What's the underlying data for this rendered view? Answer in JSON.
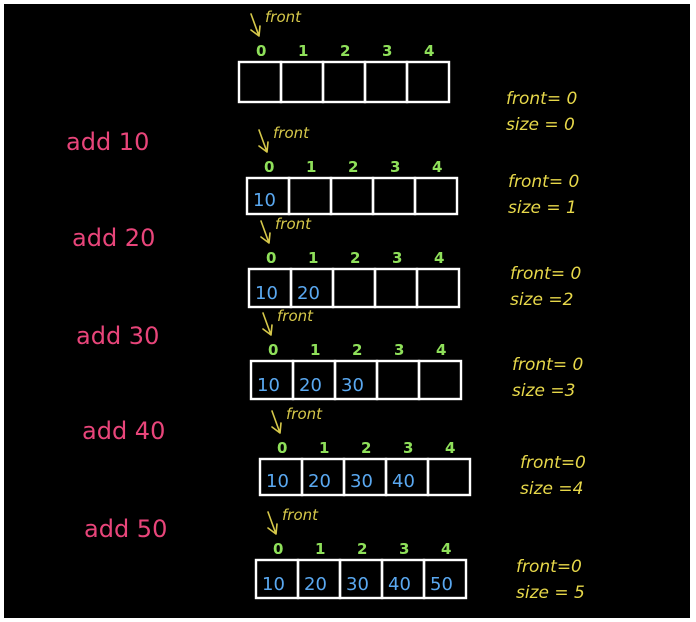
{
  "colors": {
    "background": "#000000",
    "operation": "#e8457a",
    "index": "#8fe05a",
    "value": "#5aa8f0",
    "pointer": "#d6c84a",
    "status": "#e7d84a",
    "cell_border": "#ffffff"
  },
  "front_marker": "front",
  "index_labels": [
    "0",
    "1",
    "2",
    "3",
    "4"
  ],
  "initial": {
    "values": [
      "",
      "",
      "",
      "",
      ""
    ],
    "status_front": "front= 0",
    "status_size": "size = 0"
  },
  "steps": [
    {
      "operation": "add 10",
      "values": [
        "10",
        "",
        "",
        "",
        ""
      ],
      "status_front": "front= 0",
      "status_size": "size = 1"
    },
    {
      "operation": "add 20",
      "values": [
        "10",
        "20",
        "",
        "",
        ""
      ],
      "status_front": "front= 0",
      "status_size": "size =2"
    },
    {
      "operation": "add 30",
      "values": [
        "10",
        "20",
        "30",
        "",
        ""
      ],
      "status_front": "front= 0",
      "status_size": "size =3"
    },
    {
      "operation": "add 40",
      "values": [
        "10",
        "20",
        "30",
        "40",
        ""
      ],
      "status_front": "front=0",
      "status_size": "size =4"
    },
    {
      "operation": "add 50",
      "values": [
        "10",
        "20",
        "30",
        "40",
        "50"
      ],
      "status_front": "front=0",
      "status_size": "size = 5"
    }
  ]
}
